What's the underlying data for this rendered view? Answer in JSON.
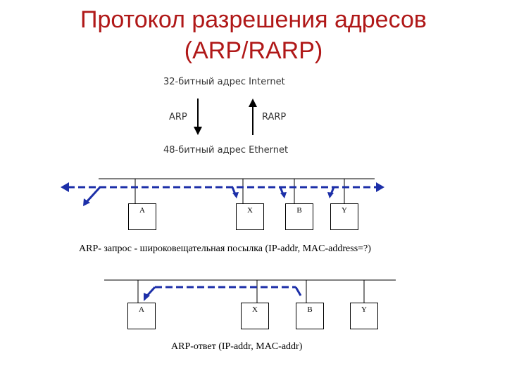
{
  "title": {
    "line1": "Протокол разрешения адресов",
    "line2": "(ARP/RARP)"
  },
  "address_diagram": {
    "top_label": "32-битный адрес Internet",
    "bottom_label": "48-битный адрес Ethernet",
    "arp_label": "ARP",
    "rarp_label": "RARP"
  },
  "arp_request": {
    "nodes": [
      "A",
      "X",
      "B",
      "Y"
    ],
    "caption": "ARP- запрос  - широковещательная посылка (IP-addr, MAC-address=?)"
  },
  "arp_reply": {
    "nodes": [
      "A",
      "X",
      "B",
      "Y"
    ],
    "caption": "ARP-ответ  (IP-addr, MAC-addr)"
  },
  "colors": {
    "title": "#b01818",
    "dashed_path": "#1c2fa8"
  }
}
